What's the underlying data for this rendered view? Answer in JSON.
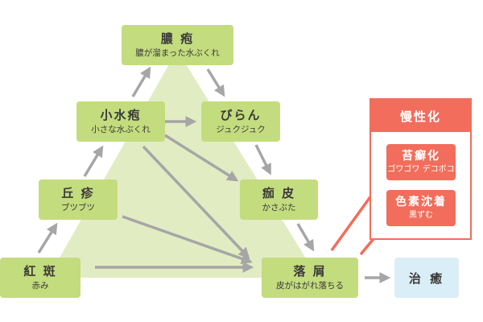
{
  "nodes": {
    "noho": {
      "title": "膿 疱",
      "desc": "膿が溜まった水ぶくれ"
    },
    "shosuiho": {
      "title": "小水疱",
      "desc": "小さな水ぶくれ"
    },
    "biran": {
      "title": "びらん",
      "desc": "ジュクジュク"
    },
    "kyushin": {
      "title": "丘 疹",
      "desc": "ブツブツ"
    },
    "kahi": {
      "title": "痂 皮",
      "desc": "かさぶた"
    },
    "kohan": {
      "title": "紅 斑",
      "desc": "赤み"
    },
    "rakusetsu": {
      "title": "落 屑",
      "desc": "皮がはがれ落ちる"
    },
    "chiyu": {
      "title": "治 癒"
    }
  },
  "chronic": {
    "title": "慢性化",
    "items": [
      {
        "title": "苔癬化",
        "desc": "ゴワゴワ デコボコ"
      },
      {
        "title": "色素沈着",
        "desc": "黒ずむ"
      }
    ]
  },
  "colors": {
    "triangle": "#e2ecc3",
    "node": "#c3dc7e",
    "arrow_gray": "#a6a6a6",
    "arrow_red": "#f26d5b",
    "chronic": "#f26d5b",
    "cure": "#daeef8"
  }
}
